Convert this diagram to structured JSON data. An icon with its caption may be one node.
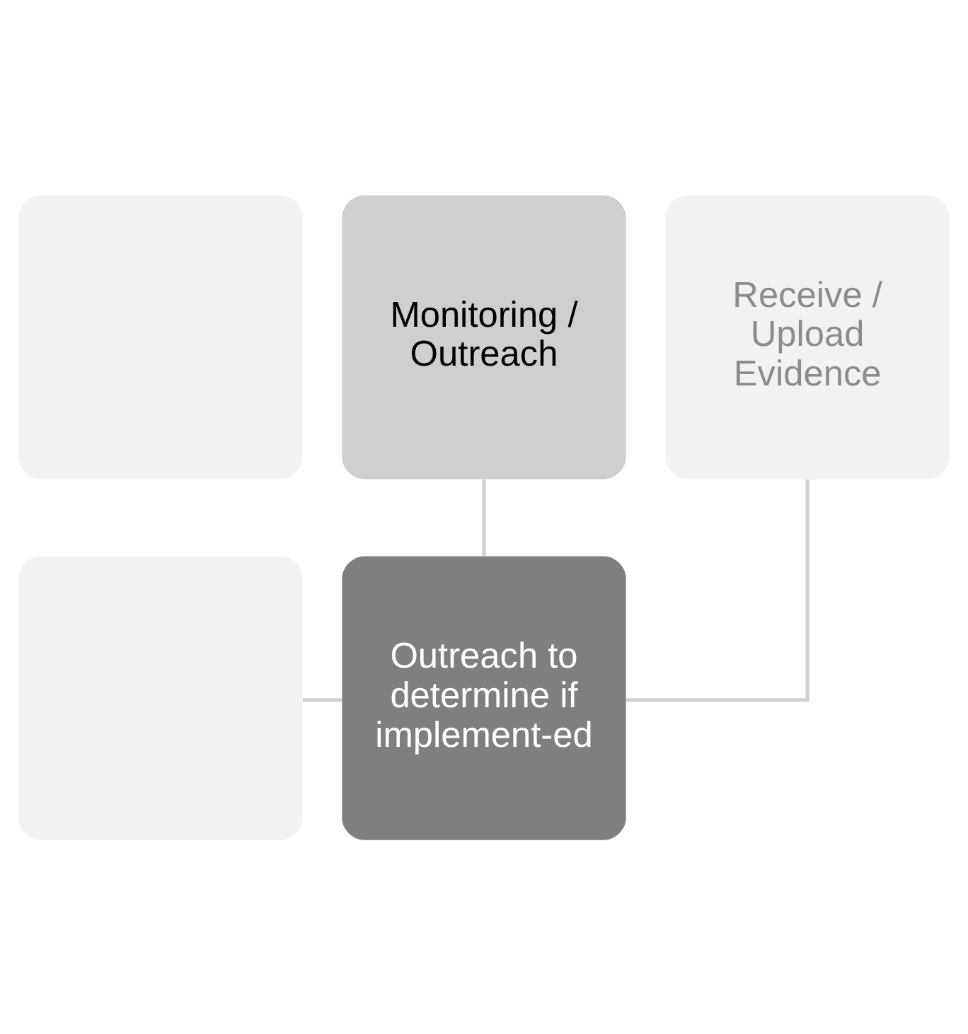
{
  "diagram": {
    "nodes": [
      {
        "text": [],
        "shape": "box"
      },
      {
        "text": [
          "Monitoring / Outreach"
        ]
      },
      {
        "text": [
          "Receive / Upload Evidence"
        ]
      },
      {
        "text": [],
        "shape": "box"
      },
      {
        "text": [
          "Outreach to determine if implement-ed"
        ]
      }
    ],
    "edges": [
      {
        "from": 1,
        "to": 4,
        "arrow": "none"
      },
      {
        "from": 2,
        "to": 4,
        "arrow": "none"
      },
      {
        "from": 3,
        "to": 4,
        "arrow": "none"
      }
    ]
  }
}
